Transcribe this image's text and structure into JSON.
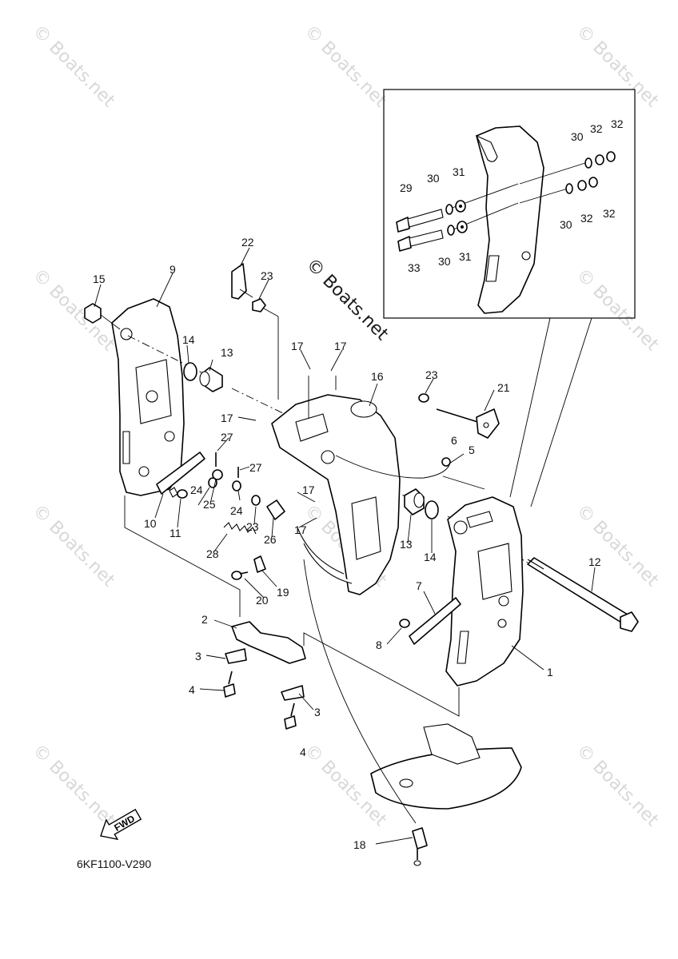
{
  "diagram": {
    "code": "6KF1100-V290",
    "watermark": "© Boats.net",
    "fwd_label": "FWD",
    "callouts": {
      "c1": "1",
      "c2": "2",
      "c3a": "3",
      "c3b": "3",
      "c4a": "4",
      "c4b": "4",
      "c5": "5",
      "c6": "6",
      "c7": "7",
      "c8": "8",
      "c9": "9",
      "c10": "10",
      "c11": "11",
      "c12": "12",
      "c13a": "13",
      "c13b": "13",
      "c14a": "14",
      "c14b": "14",
      "c15": "15",
      "c16": "16",
      "c17a": "17",
      "c17b": "17",
      "c17c": "17",
      "c17d": "17",
      "c17e": "17",
      "c18": "18",
      "c19": "19",
      "c20": "20",
      "c21": "21",
      "c22": "22",
      "c23a": "23",
      "c23b": "23",
      "c23c": "23",
      "c24a": "24",
      "c24b": "24",
      "c25": "25",
      "c26": "26",
      "c27a": "27",
      "c27b": "27",
      "c28": "28",
      "c29": "29",
      "c30a": "30",
      "c30b": "30",
      "c30c": "30",
      "c30d": "30",
      "c31a": "31",
      "c31b": "31",
      "c32a": "32",
      "c32b": "32",
      "c32c": "32",
      "c32d": "32",
      "c33": "33"
    }
  }
}
